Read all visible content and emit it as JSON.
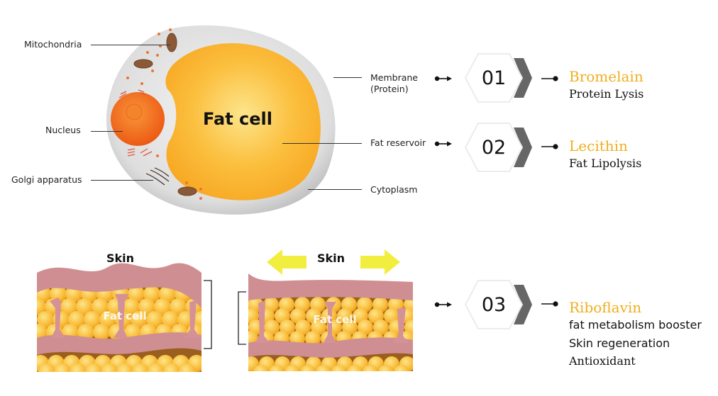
{
  "cell_diagram": {
    "title": "Fat cell",
    "labels": {
      "mitochondria": "Mitochondria",
      "nucleus": "Nucleus",
      "golgi": "Golgi apparatus",
      "membrane_line1": "Membrane",
      "membrane_line2": "(Protein)",
      "fat_reservoir": "Fat reservoir",
      "cytoplasm": "Cytoplasm"
    },
    "colors": {
      "cytoplasm": "#dcdcdc",
      "fat": "#f9b536",
      "nucleus": "#f06a1c",
      "mitochondria": "#8a5a36"
    }
  },
  "steps": [
    {
      "number": "01",
      "ingredient": "Bromelain",
      "effects": [
        "Protein Lysis"
      ]
    },
    {
      "number": "02",
      "ingredient": "Lecithin",
      "effects": [
        "Fat Lipolysis"
      ]
    },
    {
      "number": "03",
      "ingredient": "Riboflavin",
      "effects": [
        "fat metabolism booster",
        "Skin regeneration",
        "Antioxidant"
      ]
    }
  ],
  "skin_panels": {
    "before": {
      "title": "Skin",
      "fat_label": "Fat cell"
    },
    "after": {
      "title": "Skin",
      "fat_label": "Fat cell"
    },
    "colors": {
      "skin": "#cf8f92",
      "fat": "#f8be3c",
      "arrow": "#f2ee40"
    }
  },
  "accent_color": "#f0ae1e"
}
